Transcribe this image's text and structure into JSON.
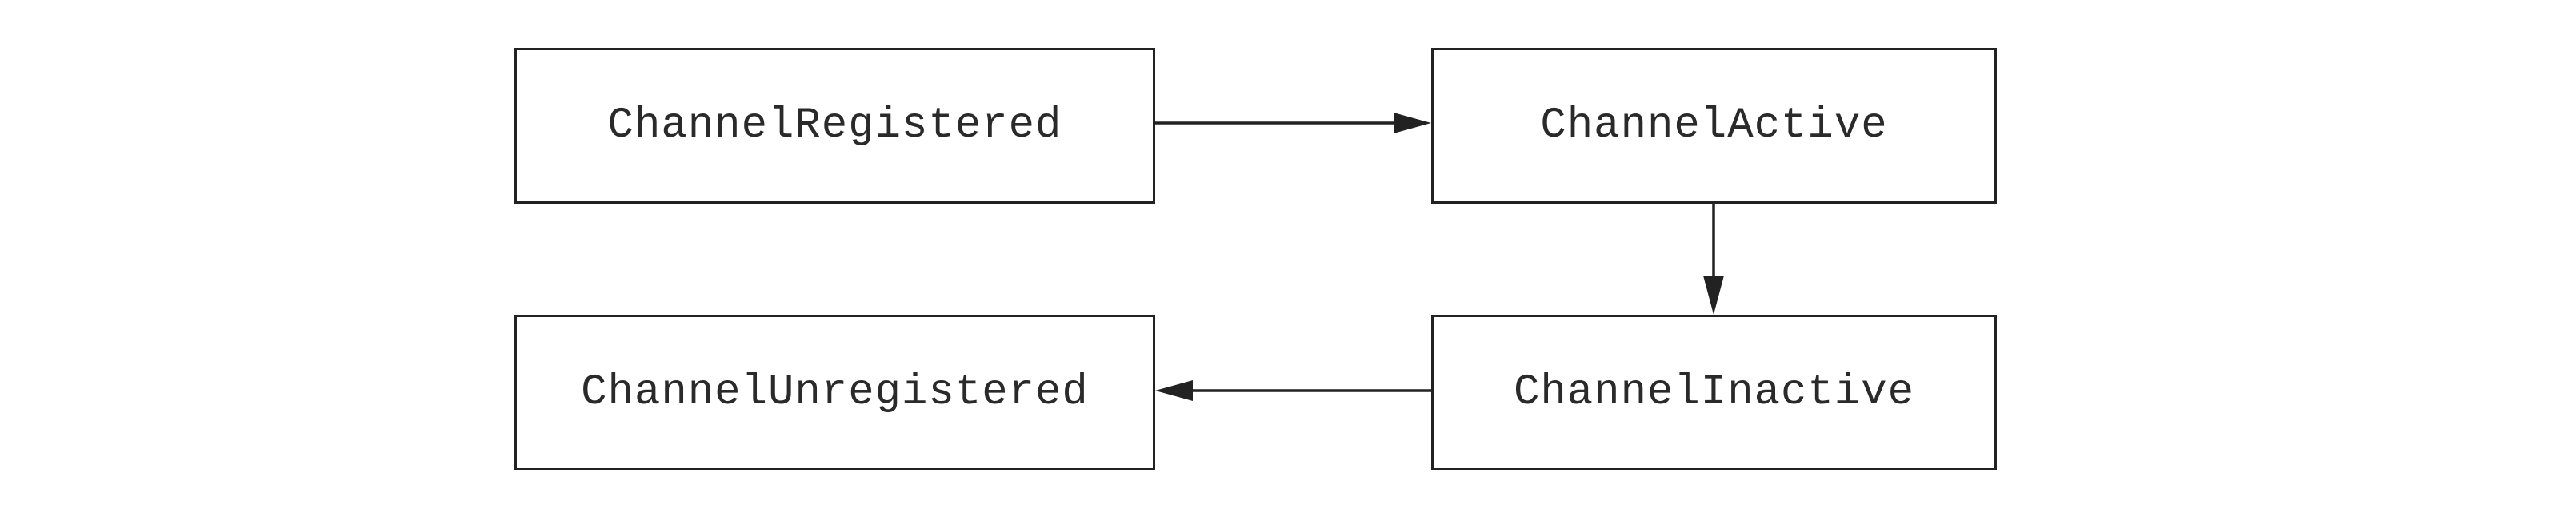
{
  "diagram": {
    "states": {
      "registered": "ChannelRegistered",
      "active": "ChannelActive",
      "inactive": "ChannelInactive",
      "unregistered": "ChannelUnregistered"
    },
    "transitions": [
      {
        "from": "ChannelRegistered",
        "to": "ChannelActive"
      },
      {
        "from": "ChannelActive",
        "to": "ChannelInactive"
      },
      {
        "from": "ChannelInactive",
        "to": "ChannelUnregistered"
      }
    ],
    "colors": {
      "line": "#222222",
      "text": "#2a2a2a",
      "background": "#ffffff"
    }
  }
}
